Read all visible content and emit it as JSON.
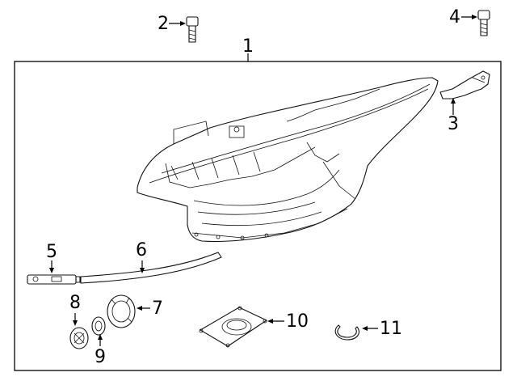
{
  "diagram": {
    "callouts": [
      "1",
      "2",
      "3",
      "4",
      "5",
      "6",
      "7",
      "8",
      "9",
      "10",
      "11"
    ],
    "parts": [
      {
        "id": "headlamp-assembly",
        "callout": "1"
      },
      {
        "id": "upper-bolt",
        "callout": "2"
      },
      {
        "id": "mounting-bracket",
        "callout": "3"
      },
      {
        "id": "side-bolt",
        "callout": "4"
      },
      {
        "id": "control-module",
        "callout": "5"
      },
      {
        "id": "trim-strip",
        "callout": "6"
      },
      {
        "id": "bulb-socket-cap",
        "callout": "7"
      },
      {
        "id": "round-grommet",
        "callout": "8"
      },
      {
        "id": "seal-cap",
        "callout": "9"
      },
      {
        "id": "ballast-module",
        "callout": "10"
      },
      {
        "id": "retaining-clip",
        "callout": "11"
      }
    ]
  }
}
